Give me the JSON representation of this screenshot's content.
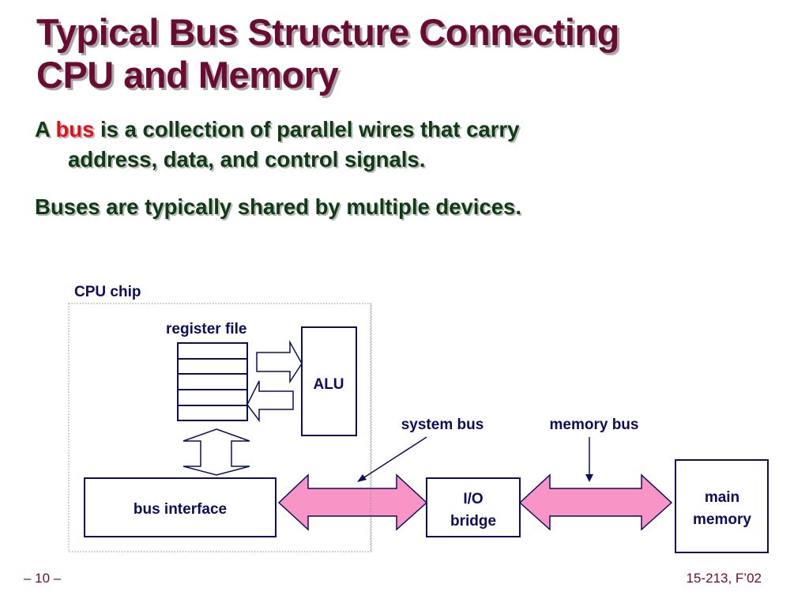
{
  "slide": {
    "title_line1": "Typical Bus Structure Connecting",
    "title_line2": "CPU and Memory",
    "bullets": [
      {
        "prefix": "A ",
        "highlight": "bus",
        "rest_line1": " is a collection of parallel wires that carry",
        "rest_line2": "address, data, and control signals."
      },
      {
        "text": "Buses are typically shared by multiple devices."
      }
    ],
    "colors": {
      "title": "#6b0a33",
      "bullet": "#0e3a14",
      "highlight": "#e01018",
      "diagram": "#0d0d5e",
      "bus_fill": "#f995c6"
    }
  },
  "diagram": {
    "cpu_chip_label": "CPU chip",
    "register_file_label": "register file",
    "register_rows": 5,
    "alu_label": "ALU",
    "bus_interface_label": "bus interface",
    "io_bridge_label_line1": "I/O",
    "io_bridge_label_line2": "bridge",
    "main_memory_label_line1": "main",
    "main_memory_label_line2": "memory",
    "system_bus_label": "system bus",
    "memory_bus_label": "memory bus"
  },
  "footer": {
    "page": "– 10 –",
    "course": "15-213, F’02"
  }
}
